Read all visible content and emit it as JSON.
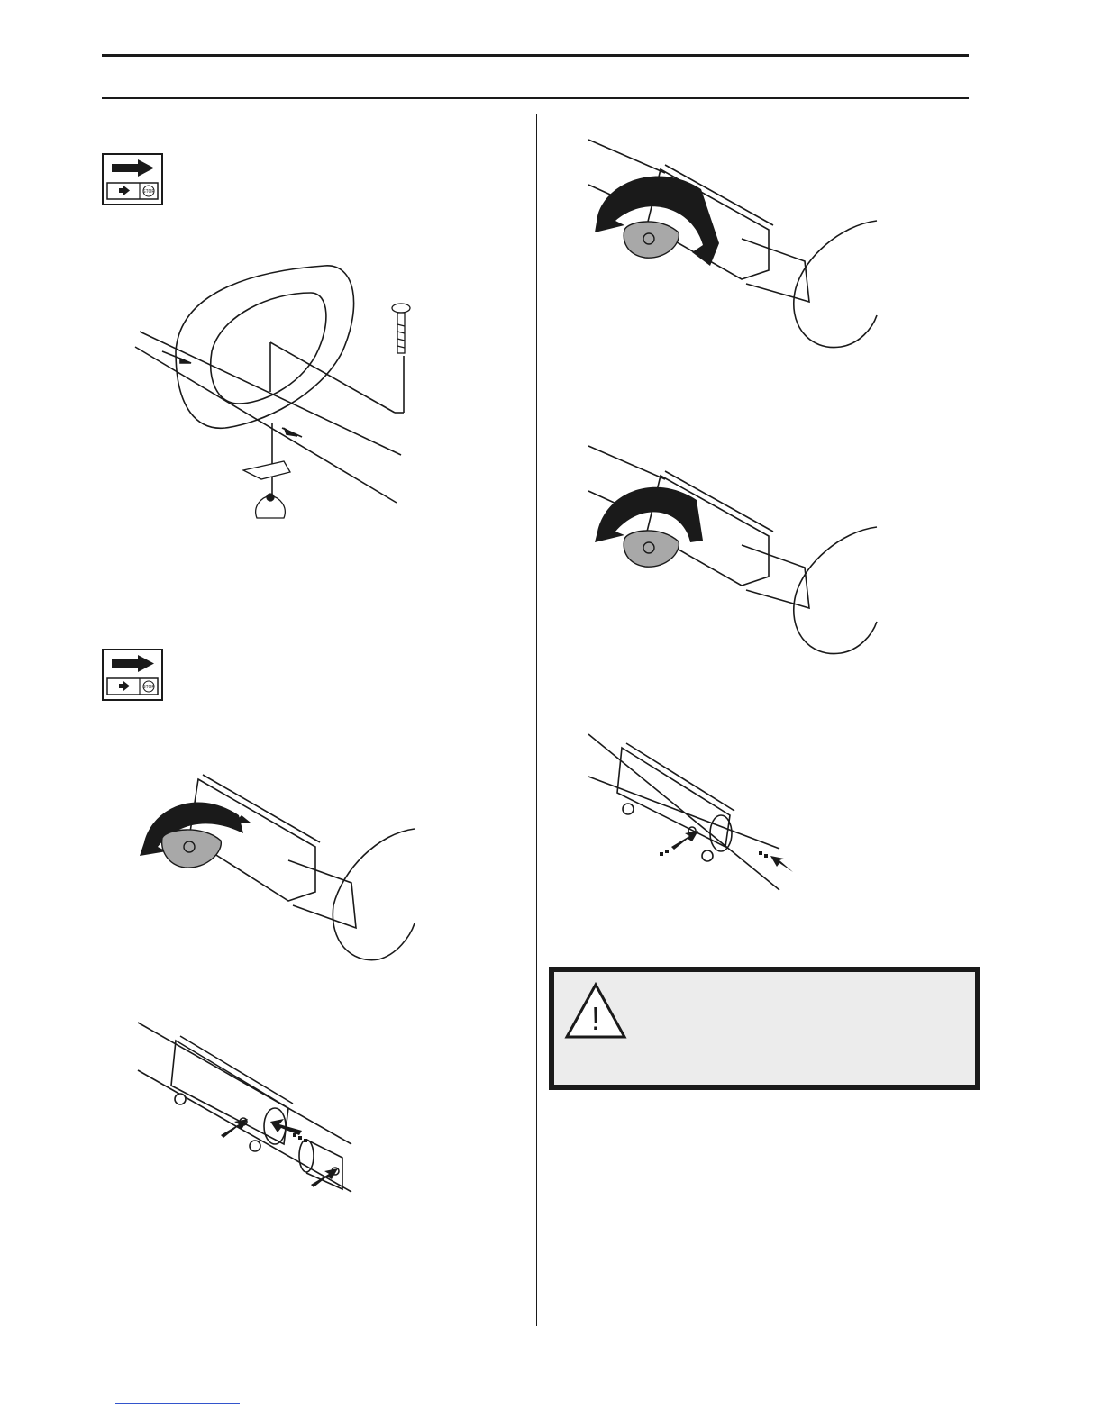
{
  "page": {
    "background": "#ffffff",
    "ink": "#1a1a1a",
    "knob_gray": "#a8a8a8",
    "warning_fill": "#ececec"
  },
  "badges": [
    {
      "icon": "arrow-right-icon",
      "sub_icons": [
        "small-arrow-icon",
        "stop-icon"
      ],
      "stop_label": "STOP"
    },
    {
      "icon": "arrow-right-icon",
      "sub_icons": [
        "small-arrow-icon",
        "stop-icon"
      ],
      "stop_label": "STOP"
    }
  ],
  "figures": [
    {
      "name": "handle-assembly-illustration"
    },
    {
      "name": "knob-loosen-illustration"
    },
    {
      "name": "shaft-coupling-insert-illustration"
    },
    {
      "name": "knob-rotate-illustration"
    },
    {
      "name": "knob-tighten-illustration"
    },
    {
      "name": "shaft-coupling-release-illustration"
    }
  ],
  "warning": {
    "icon": "warning-triangle-icon",
    "mark": "!"
  }
}
